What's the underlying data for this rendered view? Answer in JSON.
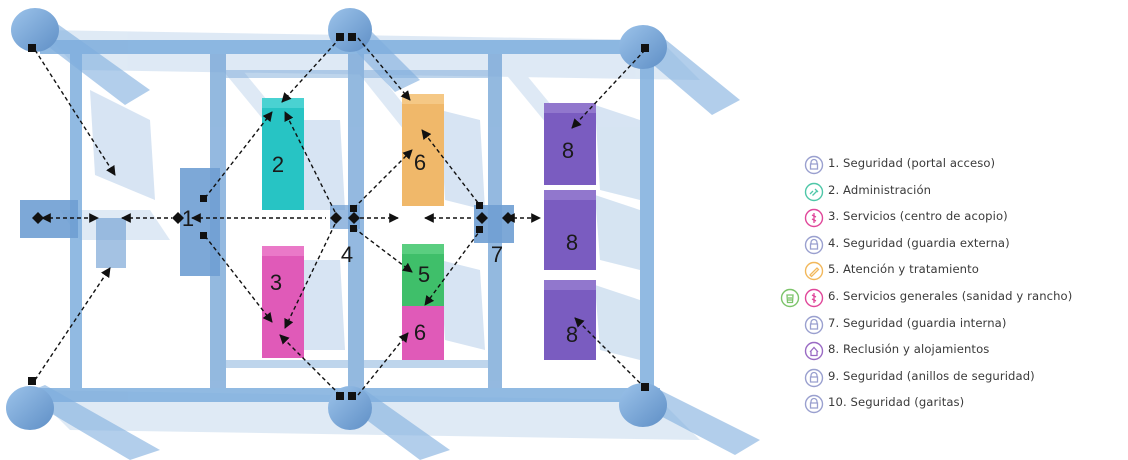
{
  "zones": {
    "z1": "1",
    "z2": "2",
    "z3": "3",
    "z4": "4",
    "z5": "5",
    "z6a": "6",
    "z6b": "6",
    "z7": "7",
    "z8a": "8",
    "z8b": "8",
    "z8c": "8"
  },
  "colors": {
    "structure": "#6f9fd3",
    "administration": "#27c4c4",
    "services": "#e05ab8",
    "treatment": "#f0b86a",
    "attention": "#3fbf6a",
    "reclusion": "#7a5cc0",
    "arrow": "#111111"
  },
  "legend": [
    {
      "label": "1. Seguridad (portal acceso)",
      "icon": "lock-icon",
      "color": "#9aa0cf"
    },
    {
      "label": "2. Administración",
      "icon": "link-icon",
      "color": "#4fc7a8"
    },
    {
      "label": "3. Servicios (centro de acopio)",
      "icon": "service-icon",
      "color": "#e0479a"
    },
    {
      "label": "4. Seguridad (guardia externa)",
      "icon": "lock-icon",
      "color": "#9aa0cf"
    },
    {
      "label": "5. Atención y tratamiento",
      "icon": "pencil-icon",
      "color": "#f2b85c"
    },
    {
      "label": "6. Servicios generales (sanidad y rancho)",
      "icon": "service-icon",
      "color": "#e0479a",
      "extra_icon": "trash-icon",
      "extra_color": "#7cc46a"
    },
    {
      "label": "7. Seguridad (guardia interna)",
      "icon": "lock-icon",
      "color": "#9aa0cf"
    },
    {
      "label": "8. Reclusión y alojamientos",
      "icon": "house-icon",
      "color": "#9a6bc4"
    },
    {
      "label": "9. Seguridad (anillos de seguridad)",
      "icon": "lock-icon",
      "color": "#9aa0cf"
    },
    {
      "label": "10. Seguridad (garitas)",
      "icon": "lock-icon",
      "color": "#9aa0cf"
    }
  ]
}
